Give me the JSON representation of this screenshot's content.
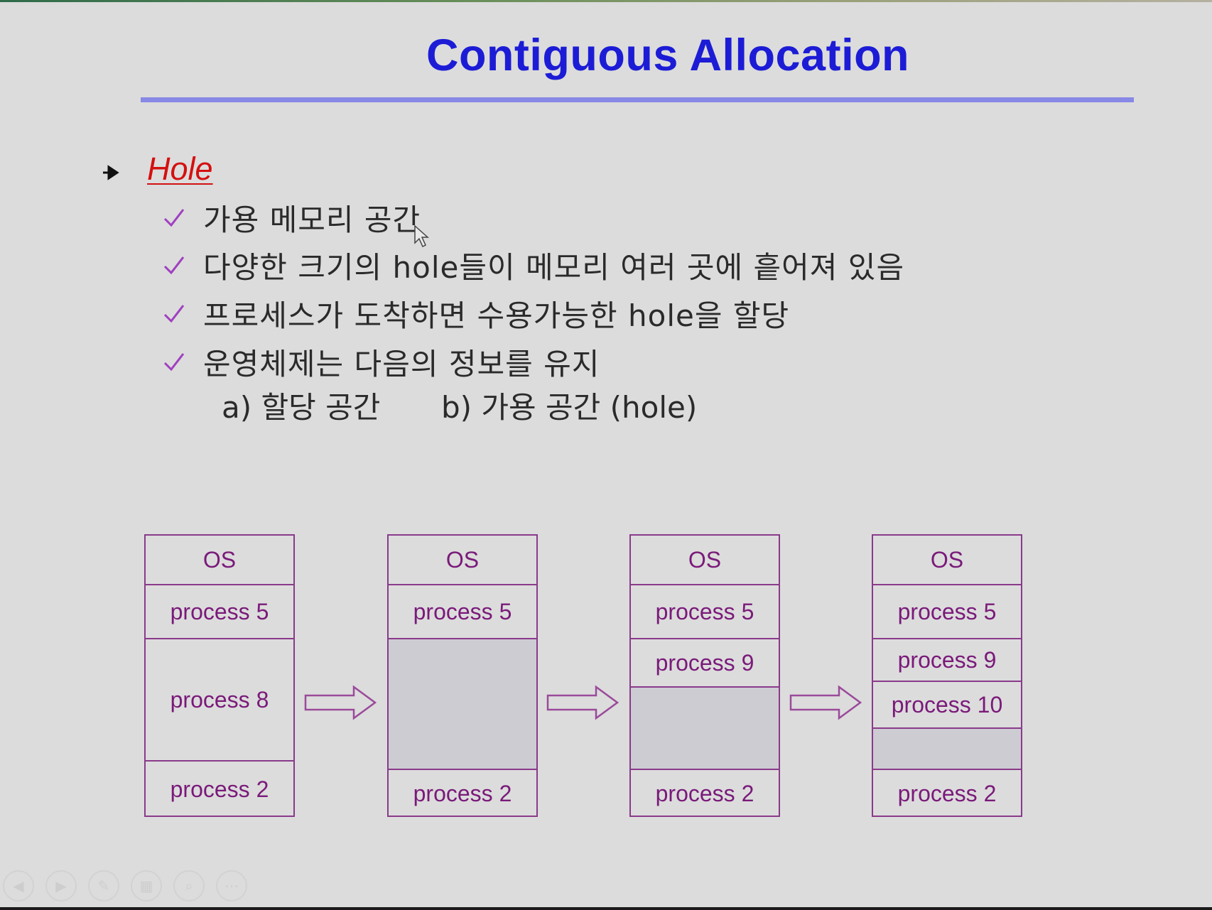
{
  "slide": {
    "title": "Contiguous Allocation",
    "heading": "Hole",
    "bullets": [
      "가용 메모리 공간",
      "다양한 크기의 hole들이 메모리 여러 곳에 흩어져 있음",
      "프로세스가 도착하면 수용가능한 hole을 할당",
      "운영체제는 다음의 정보를 유지"
    ],
    "sub_items": {
      "a": "a) 할당 공간",
      "b": "b) 가용 공간 (hole)"
    },
    "diagram": {
      "columns": [
        {
          "segments": [
            "OS",
            "process 5",
            "process 8",
            "process 2"
          ]
        },
        {
          "segments": [
            "OS",
            "process 5",
            "",
            "process 2"
          ]
        },
        {
          "segments": [
            "OS",
            "process 5",
            "process 9",
            "",
            "process 2"
          ]
        },
        {
          "segments": [
            "OS",
            "process 5",
            "process 9",
            "process 10",
            "",
            "process 2"
          ]
        }
      ]
    },
    "colors": {
      "title": "#1c1cd6",
      "heading": "#d41010",
      "checkmark": "#a040c0",
      "diagram_border": "#8a3a8a",
      "diagram_text": "#7a1a7a",
      "hole_fill": "#cdccd3"
    }
  },
  "navigation": {
    "buttons": [
      "prev-icon",
      "next-icon",
      "pen-icon",
      "slides-icon",
      "zoom-icon",
      "more-icon"
    ]
  }
}
